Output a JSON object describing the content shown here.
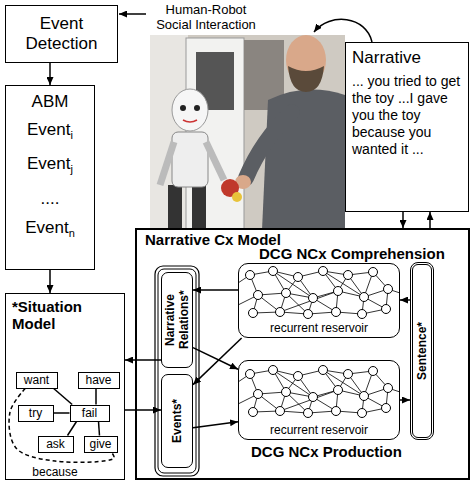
{
  "diagram": {
    "nodes": [
      {
        "text": [
          "Event Detection"
        ]
      },
      {
        "text": [
          "Narrative",
          "... you tried to get the toy ...I gave you the toy because you wanted it ..."
        ]
      },
      {
        "text": [
          "ABM",
          "Event",
          "i",
          "Event",
          "j",
          "....",
          "Event",
          "n"
        ]
      },
      {
        "text": [
          "*Situation Model"
        ]
      },
      {
        "text": [
          "want"
        ],
        "in": 3
      },
      {
        "text": [
          "have"
        ],
        "in": 3
      },
      {
        "text": [
          "try"
        ],
        "in": 3
      },
      {
        "text": [
          "fail"
        ],
        "in": 3
      },
      {
        "text": [
          "ask"
        ],
        "in": 3
      },
      {
        "text": [
          "give"
        ],
        "in": 3
      },
      {
        "text": [
          "Narrative Cx Model"
        ]
      },
      {
        "text": [
          "Narrative Relations*"
        ],
        "in": 10
      },
      {
        "text": [
          "Events*"
        ],
        "in": 10
      },
      {
        "text": [
          "DCG NCx Comprehension",
          "recurrent reservoir"
        ],
        "in": 10
      },
      {
        "text": [
          "recurrent reservoir",
          "DCG NCx Production"
        ],
        "in": 10
      },
      {
        "text": [
          "Sentence*"
        ],
        "in": 10
      }
    ],
    "edges": [
      {
        "from": 0,
        "to": 2,
        "arrow": "to"
      },
      {
        "from": 2,
        "to": 3,
        "arrow": "to"
      },
      {
        "from": 4,
        "to": 7,
        "arrow": "none"
      },
      {
        "from": 5,
        "to": 7,
        "arrow": "none"
      },
      {
        "from": 6,
        "to": 7,
        "arrow": "none"
      },
      {
        "from": 7,
        "to": 8,
        "arrow": "none"
      },
      {
        "from": 7,
        "to": 9,
        "arrow": "none"
      },
      {
        "from": 4,
        "to": 9,
        "label": "because",
        "arrow": "none"
      },
      {
        "from": 1,
        "to": 10,
        "arrow": "to"
      },
      {
        "from": 10,
        "to": 1,
        "arrow": "to"
      },
      {
        "from": 11,
        "to": 3,
        "arrow": "to"
      },
      {
        "from": 3,
        "to": 12,
        "arrow": "to"
      },
      {
        "from": 15,
        "to": 13,
        "arrow": "to"
      },
      {
        "from": 13,
        "to": 11,
        "arrow": "to"
      },
      {
        "from": 13,
        "to": 12,
        "arrow": "to"
      },
      {
        "from": 11,
        "to": 14,
        "arrow": "to"
      },
      {
        "from": 12,
        "to": 14,
        "arrow": "to"
      },
      {
        "from": 14,
        "to": 15,
        "arrow": "to"
      }
    ],
    "labels": [
      "Human-Robot Social Interaction"
    ]
  }
}
